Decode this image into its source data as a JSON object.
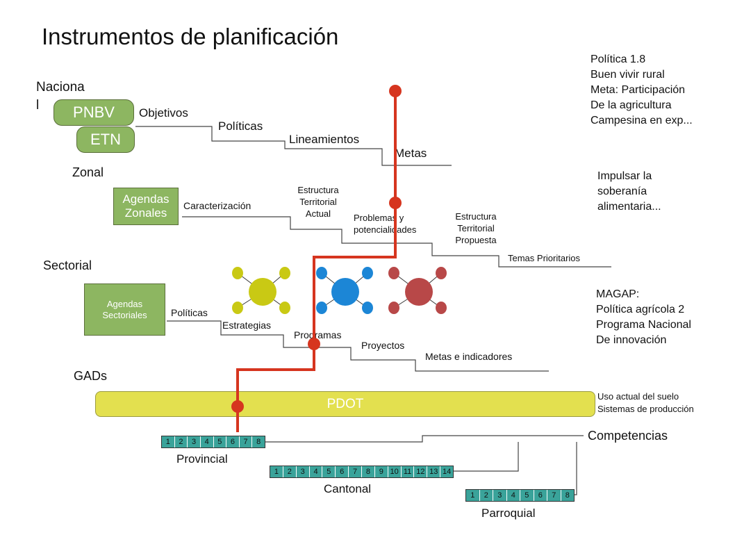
{
  "title": "Instrumentos de planificación",
  "levels": {
    "nacional": "Naciona\nl",
    "zonal": "Zonal",
    "sectorial": "Sectorial",
    "gads": "GADs"
  },
  "nacional": {
    "pnbv": "PNBV",
    "etn": "ETN",
    "steps": [
      "Objetivos",
      "Políticas",
      "Lineamientos",
      "Metas"
    ]
  },
  "zonal": {
    "agendas": "Agendas\nZonales",
    "caracterizacion": "Caracterización",
    "estructura_actual": "Estructura\nTerritorial\nActual",
    "problemas": "Problemas y\npotencialidades",
    "estructura_propuesta": "Estructura\nTerritorial\nPropuesta",
    "temas": "Temas Prioritarios"
  },
  "sectorial": {
    "agendas": "Agendas\nSectoriales",
    "steps": [
      "Políticas",
      "Estrategias",
      "Programas",
      "Proyectos",
      "Metas e indicadores"
    ]
  },
  "gads": {
    "pdot": "PDOT",
    "competencias": "Competencias",
    "provincial": {
      "label": "Provincial",
      "cells": [
        "1",
        "2",
        "3",
        "4",
        "5",
        "6",
        "7",
        "8"
      ]
    },
    "cantonal": {
      "label": "Cantonal",
      "cells": [
        "1",
        "2",
        "3",
        "4",
        "5",
        "6",
        "7",
        "8",
        "9",
        "10",
        "11",
        "12",
        "13",
        "14"
      ]
    },
    "parroquial": {
      "label": "Parroquial",
      "cells": [
        "1",
        "2",
        "3",
        "4",
        "5",
        "6",
        "7",
        "8"
      ]
    }
  },
  "notes": {
    "politica": "Política 1.8\nBuen vivir rural\nMeta: Participación\nDe la agricultura\nCampesina en exp...",
    "soberania": "Impulsar la\nsoberanía\nalimentaria...",
    "magap": "MAGAP:\nPolítica agrícola 2\nPrograma Nacional\nDe innovación",
    "uso": "Uso actual del suelo\nSistemas de producción"
  },
  "colors": {
    "red_path": "#d6351f",
    "box_green": "#8db661",
    "pdot_yellow": "#e3e04f",
    "strip_teal": "#3aa39a",
    "molecule_yellow": "#c9c914",
    "molecule_blue": "#1c86d6",
    "molecule_red": "#b84848"
  }
}
